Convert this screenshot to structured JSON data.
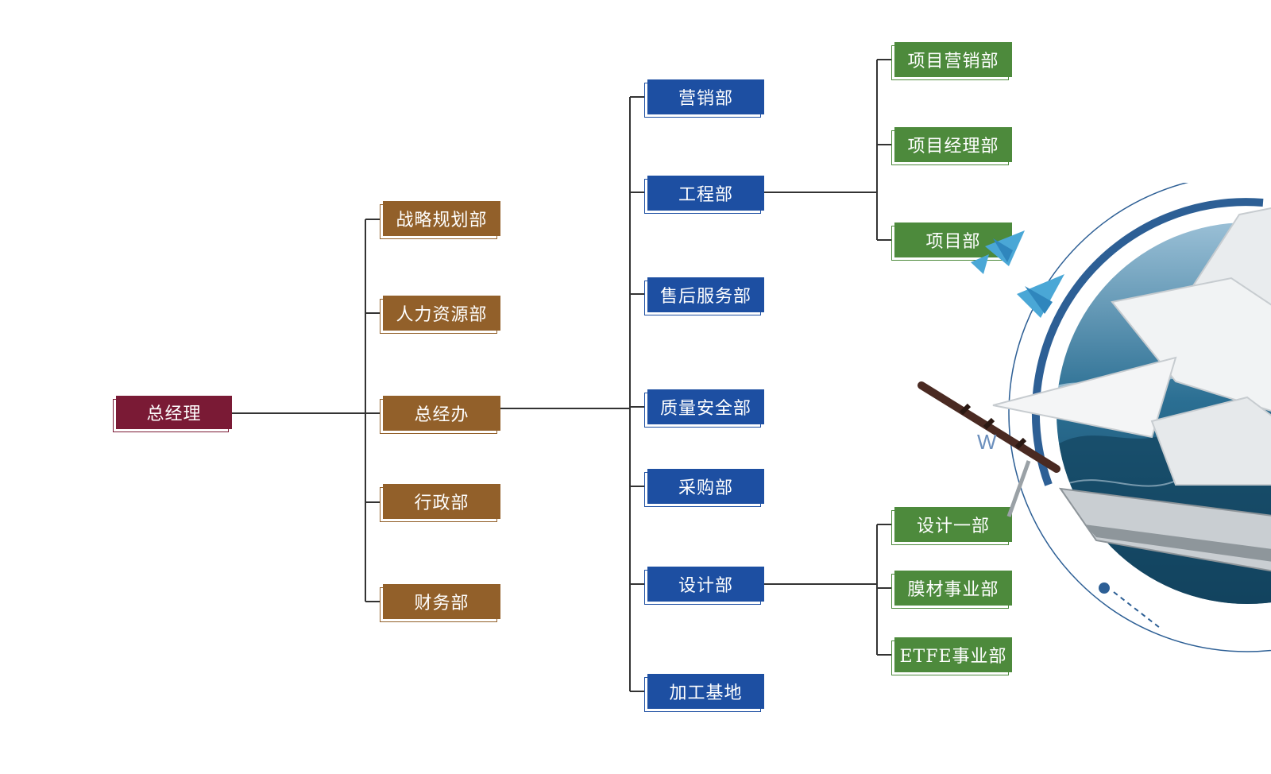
{
  "colors": {
    "root": "#7a1a35",
    "level1": "#92602a",
    "level2": "#1d4fa2",
    "level3": "#4d8a3c",
    "line": "#333333"
  },
  "chart": {
    "root": "总经理",
    "level1": [
      "战略规划部",
      "人力资源部",
      "总经办",
      "行政部",
      "财务部"
    ],
    "level2": [
      "营销部",
      "工程部",
      "售后服务部",
      "质量安全部",
      "采购部",
      "设计部",
      "加工基地"
    ],
    "engineering_subs": [
      "项目营销部",
      "项目经理部",
      "项目部"
    ],
    "design_subs": [
      "设计一部",
      "膜材事业部",
      "ETFE事业部"
    ]
  },
  "decoration": {
    "image": "sailing-ship-globe-illustration",
    "letter": "W"
  }
}
